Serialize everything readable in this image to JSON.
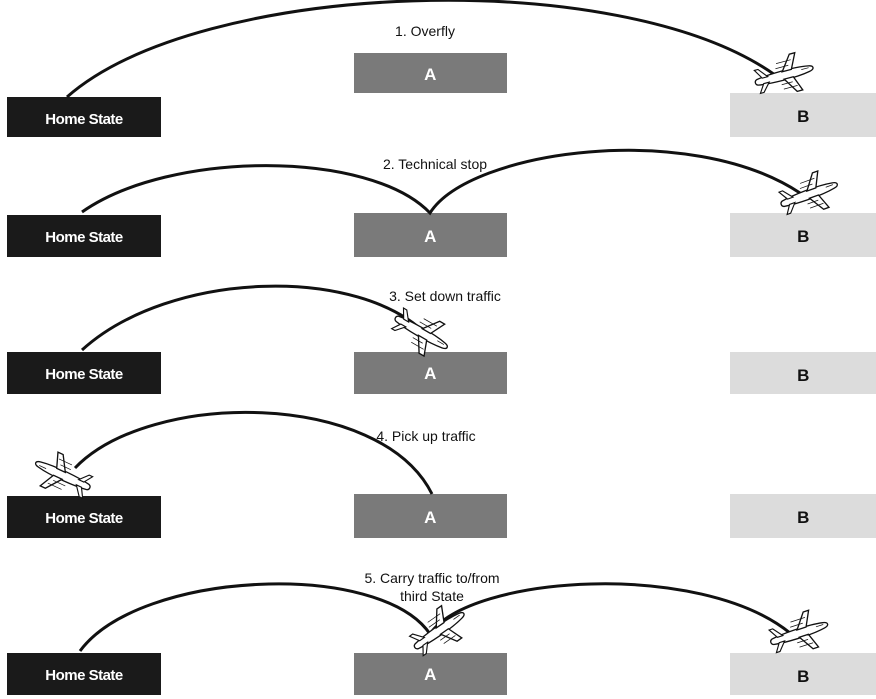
{
  "colors": {
    "home_state": "#1a1a1a",
    "state_a": "#7a7a7a",
    "state_b": "#dcdcdc",
    "line": "#111111",
    "text_dark": "#111111",
    "text_light": "#ffffff"
  },
  "labels": {
    "home": "Home State",
    "a": "A",
    "b": "B"
  },
  "scenarios": [
    {
      "id": 1,
      "title": [
        "1. Overfly"
      ],
      "airplane_icon": "airplane-icon"
    },
    {
      "id": 2,
      "title": [
        "2. Technical stop"
      ],
      "airplane_icon": "airplane-icon"
    },
    {
      "id": 3,
      "title": [
        "3. Set down traffic"
      ],
      "airplane_icon": "airplane-icon"
    },
    {
      "id": 4,
      "title": [
        "4. Pick up traffic"
      ],
      "airplane_icon": "airplane-icon"
    },
    {
      "id": 5,
      "title": [
        "5. Carry traffic to/from",
        "third State"
      ],
      "airplane_icon": "airplane-icon"
    }
  ]
}
